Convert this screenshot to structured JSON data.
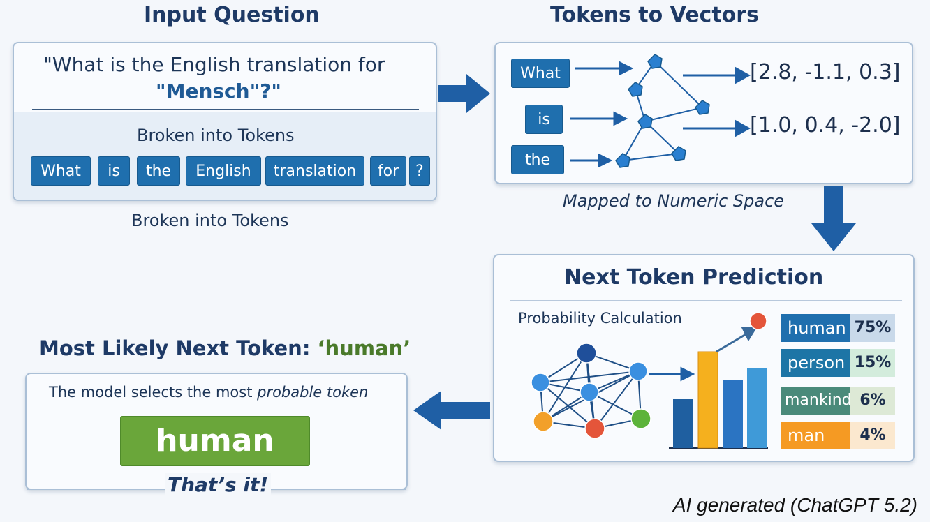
{
  "input": {
    "title": "Input Question",
    "question_line1": "\"What is the English translation for",
    "question_line2": "\"Mensch\"?\"",
    "broken_label": "Broken into Tokens",
    "tokens": [
      "What",
      "is",
      "the",
      "English",
      "translation",
      "for",
      "?"
    ],
    "caption": "Broken into Tokens"
  },
  "vectors": {
    "title": "Tokens to Vectors",
    "tokens": [
      "What",
      "is",
      "the"
    ],
    "vector1": "[2.8, -1.1, 0.3]",
    "vector2": "[1.0, 0.4, -2.0]",
    "caption": "Mapped to Numeric Space"
  },
  "prediction": {
    "title": "Next Token Prediction",
    "subtitle": "Probability Calculation",
    "candidates": [
      {
        "token": "human",
        "prob": "75%",
        "value": 0.75,
        "color": "#1f6fae",
        "bg": "#c9d9ea"
      },
      {
        "token": "person",
        "prob": "15%",
        "value": 0.15,
        "color": "#1d75a6",
        "bg": "#d3ecdc"
      },
      {
        "token": "mankind",
        "prob": "6%",
        "value": 0.06,
        "color": "#4a8a7a",
        "bg": "#dde9d6"
      },
      {
        "token": "man",
        "prob": "4%",
        "value": 0.04,
        "color": "#f59a23",
        "bg": "#fbe8cf"
      }
    ]
  },
  "result": {
    "title_prefix": "Most Likely Next Token: ",
    "title_token": "‘human’",
    "desc_prefix": "The model selects the most ",
    "desc_emphasis": "probable token",
    "token": "human",
    "footer": "That’s it!"
  },
  "credit": "AI generated (ChatGPT 5.2)",
  "colors": {
    "accent": "#1f6fae",
    "title": "#1e3a66",
    "green": "#6aa63a",
    "token_green_text": "#4a7a2a"
  }
}
